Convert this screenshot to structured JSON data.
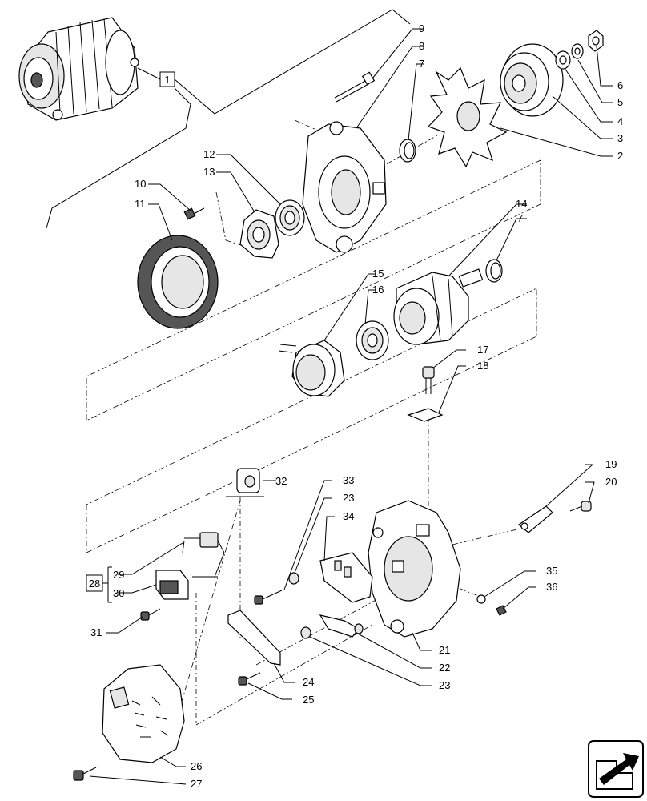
{
  "callouts": {
    "c1": "1",
    "c2": "2",
    "c3": "3",
    "c4": "4",
    "c5": "5",
    "c6": "6",
    "c7a": "7",
    "c7b": "7",
    "c8": "8",
    "c9": "9",
    "c10": "10",
    "c11": "11",
    "c12": "12",
    "c13": "13",
    "c14": "14",
    "c15": "15",
    "c16": "16",
    "c17": "17",
    "c18": "18",
    "c19": "19",
    "c20": "20",
    "c21": "21",
    "c22": "22",
    "c23a": "23",
    "c23b": "23",
    "c24": "24",
    "c25": "25",
    "c26": "26",
    "c27": "27",
    "c28": "28",
    "c29": "29",
    "c30": "30",
    "c31": "31",
    "c32": "32",
    "c33": "33",
    "c34": "34",
    "c35": "35",
    "c36": "36"
  },
  "nav": {
    "icon": "arrow-icon"
  }
}
